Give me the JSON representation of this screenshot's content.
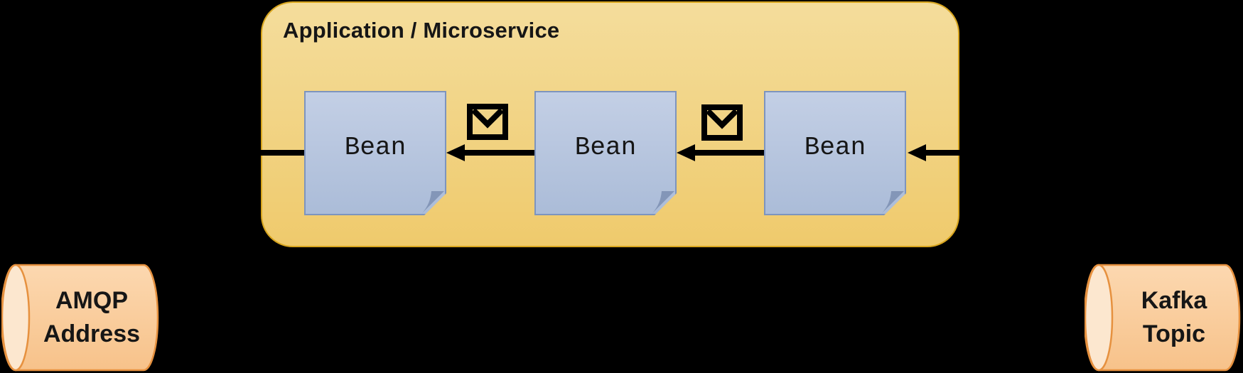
{
  "app_box": {
    "title": "Application / Microservice"
  },
  "beans": [
    {
      "label": "Bean"
    },
    {
      "label": "Bean"
    },
    {
      "label": "Bean"
    }
  ],
  "endpoints": {
    "amqp": {
      "line1": "AMQP",
      "line2": "Address"
    },
    "kafka": {
      "line1": "Kafka",
      "line2": "Topic"
    }
  },
  "icons": {
    "message": "envelope-icon"
  },
  "colors": {
    "background": "#000000",
    "app_fill_top": "#F4DD9C",
    "app_fill_bottom": "#EFCA6C",
    "app_border": "#D8A51E",
    "bean_fill_top": "#C3CFE5",
    "bean_fill_bottom": "#ABBCD8",
    "bean_border": "#7D94BE",
    "bean_fold": "#8396B8",
    "cyl_fill_top": "#FCD8B0",
    "cyl_fill_bottom": "#F7C28A",
    "cyl_face": "#FCE7CF",
    "cyl_border": "#E6913F",
    "arrow": "#000000",
    "text": "#161616"
  }
}
